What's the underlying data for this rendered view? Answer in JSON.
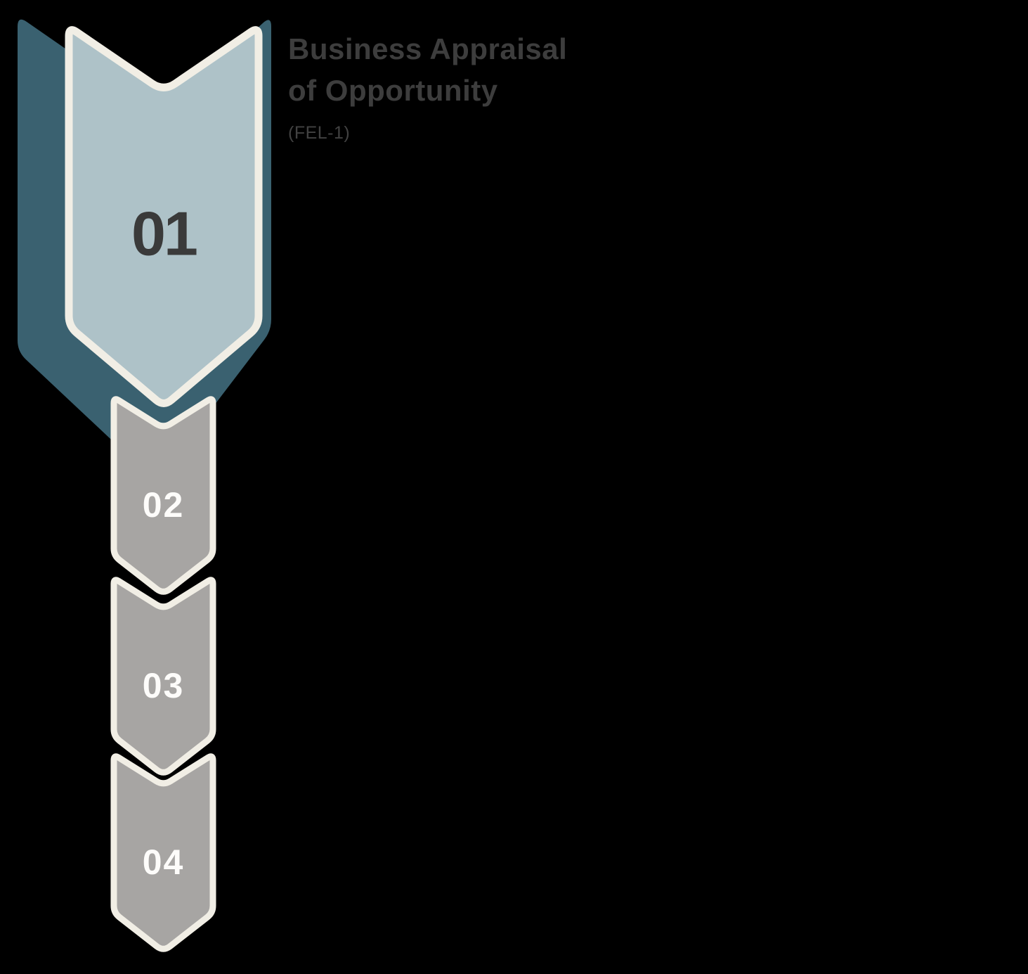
{
  "header": {
    "line1": "Business Appraisal",
    "line2": "of Opportunity",
    "subtitle": "(FEL-1)"
  },
  "steps": [
    {
      "number": "01",
      "active": true
    },
    {
      "number": "02",
      "active": false
    },
    {
      "number": "03",
      "active": false
    },
    {
      "number": "04",
      "active": false
    }
  ],
  "colors": {
    "background": "#000000",
    "active_fill": "#aec2c8",
    "active_shadow": "#3a6170",
    "inactive_fill": "#a7a5a3",
    "border_cream": "#f1eee5",
    "active_number": "#3a3a3a",
    "inactive_number": "#fdfcfa",
    "title_text": "#3d3d3d",
    "subtitle_text": "#424242"
  }
}
